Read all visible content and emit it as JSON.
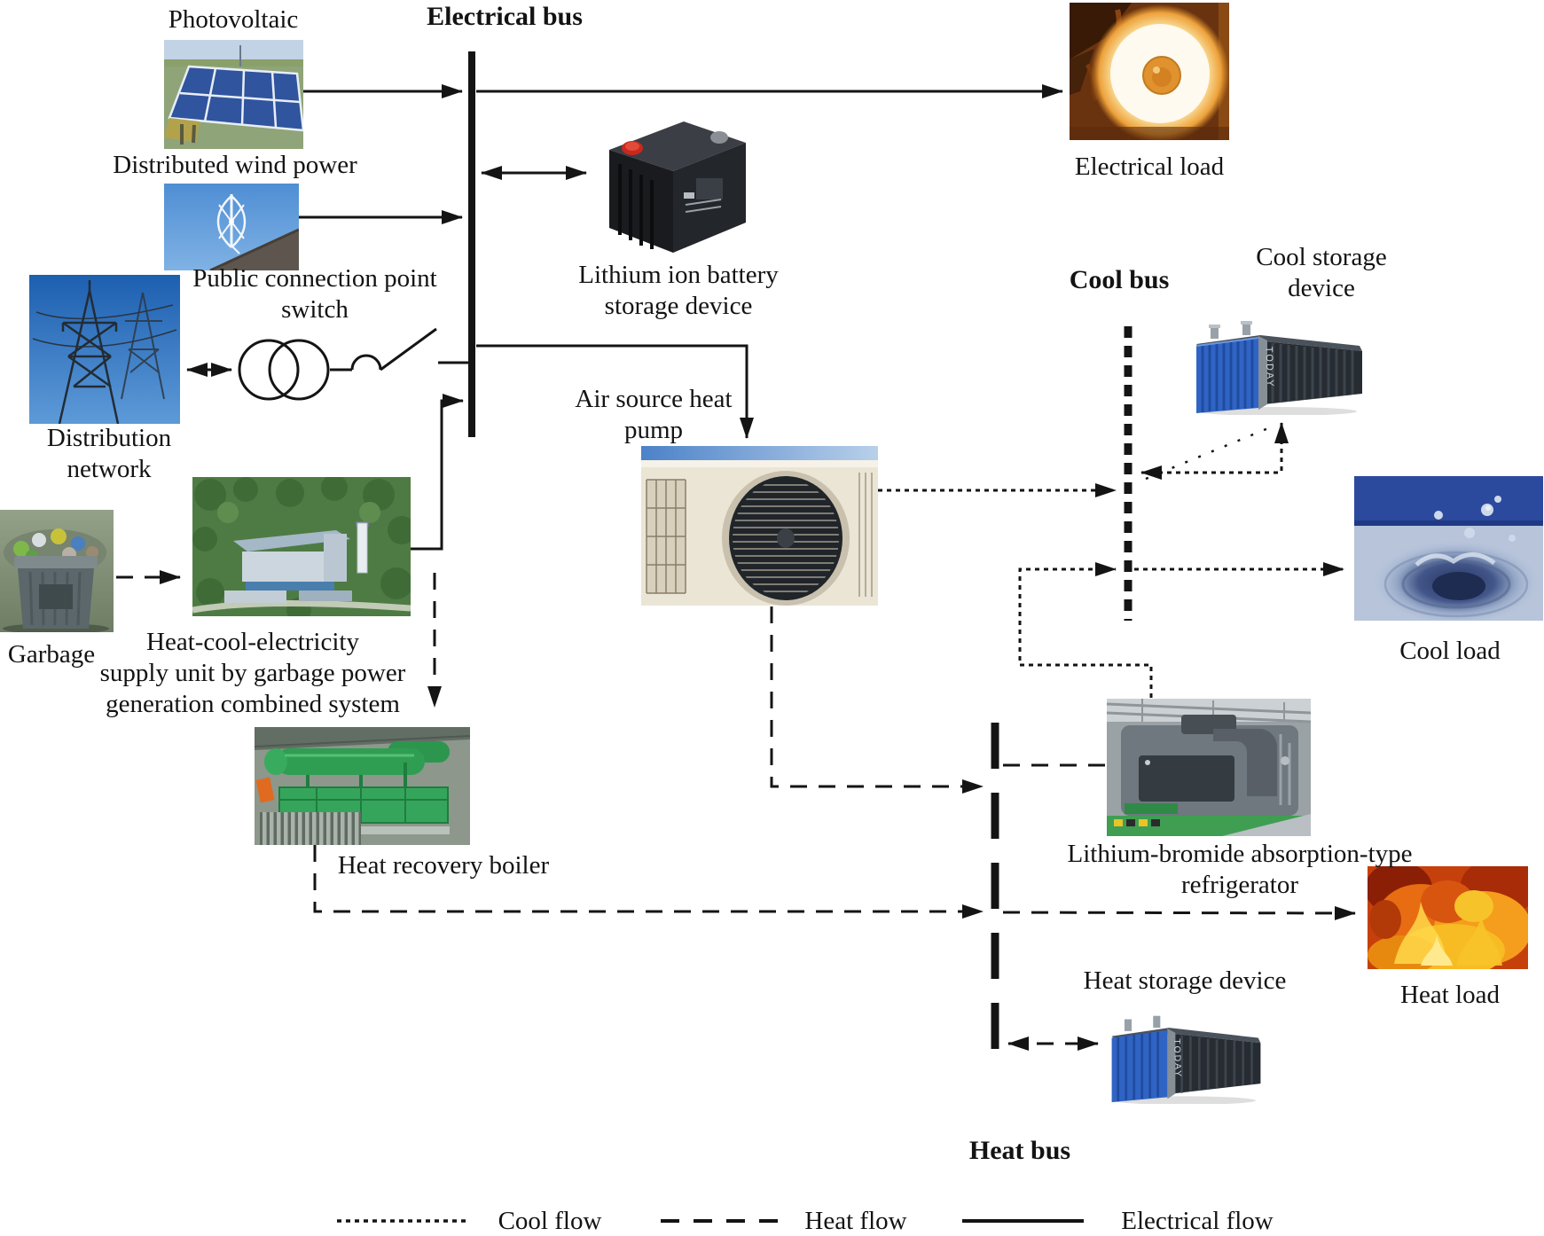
{
  "buses": {
    "electrical": {
      "label": "Electrical bus"
    },
    "cool": {
      "label": "Cool bus"
    },
    "heat": {
      "label": "Heat bus"
    }
  },
  "nodes": {
    "photovoltaic": {
      "label": "Photovoltaic"
    },
    "wind": {
      "label": "Distributed wind power"
    },
    "distribution": {
      "line1": "Distribution",
      "line2": "network"
    },
    "pcc_switch": {
      "line1": "Public connection point",
      "line2": "switch"
    },
    "battery": {
      "line1": "Lithium ion battery",
      "line2": "storage device"
    },
    "electrical_load": {
      "label": "Electrical load"
    },
    "garbage": {
      "label": "Garbage"
    },
    "garbage_plant": {
      "line1": "Heat-cool-electricity",
      "line2": "supply unit by garbage power",
      "line3": "generation combined system"
    },
    "heat_pump": {
      "line1": "Air source heat",
      "line2": "pump"
    },
    "heat_recovery_boiler": {
      "label": "Heat recovery boiler"
    },
    "cool_storage": {
      "line1": "Cool storage",
      "line2": "device",
      "container_text": "TODAY"
    },
    "cool_load": {
      "label": "Cool load"
    },
    "refrigerator": {
      "line1": "Lithium-bromide absorption-type",
      "line2": "refrigerator"
    },
    "heat_storage": {
      "label": "Heat storage device",
      "container_text": "TODAY"
    },
    "heat_load": {
      "label": "Heat load"
    }
  },
  "legend": {
    "cool_flow": "Cool flow",
    "heat_flow": "Heat flow",
    "electrical_flow": "Electrical flow"
  },
  "colors": {
    "flow_line": "#141414",
    "container_blue": "#3064c4",
    "boiler_green": "#2f9e52",
    "fire_orange": "#e8651a",
    "water_blue": "#2b4a9e",
    "sky_blue": "#5b97d8",
    "battery_black": "#1a1c1f",
    "glow_warm": "#f8d48a"
  }
}
